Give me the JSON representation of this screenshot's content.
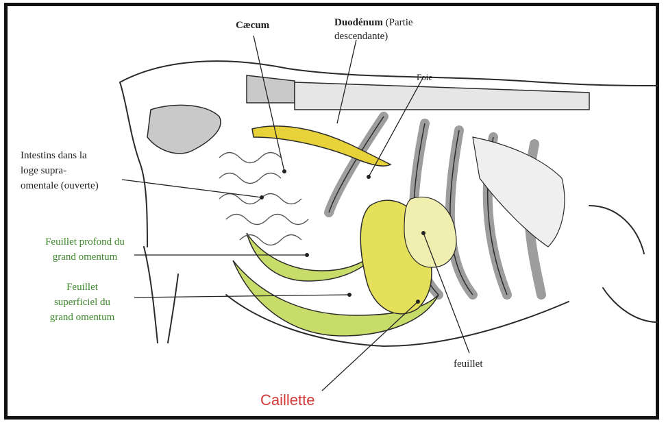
{
  "labels": {
    "caecum": "Cæcum",
    "duodenum_bold": "Duodénum",
    "duodenum_rest1": "(Partie",
    "duodenum_rest2": "descendante)",
    "foie": "Foie",
    "intestins": [
      "Intestins dans la",
      "loge supra-",
      "omentale (ouverte)"
    ],
    "feuillet_profond": [
      "Feuillet profond du",
      "grand omentum"
    ],
    "feuillet_superficiel": [
      "Feuillet",
      "superficiel du",
      "grand omentum"
    ],
    "feuillet": "feuillet",
    "caillette": "Caillette"
  },
  "colors": {
    "omentum_yellow": "#e4e05a",
    "omentum_green": "#c8dc6a",
    "bone_gray": "#c9c9c9",
    "label_green": "#3c8a2a",
    "label_red": "#d23a3a",
    "outline": "#2a2a2a"
  }
}
